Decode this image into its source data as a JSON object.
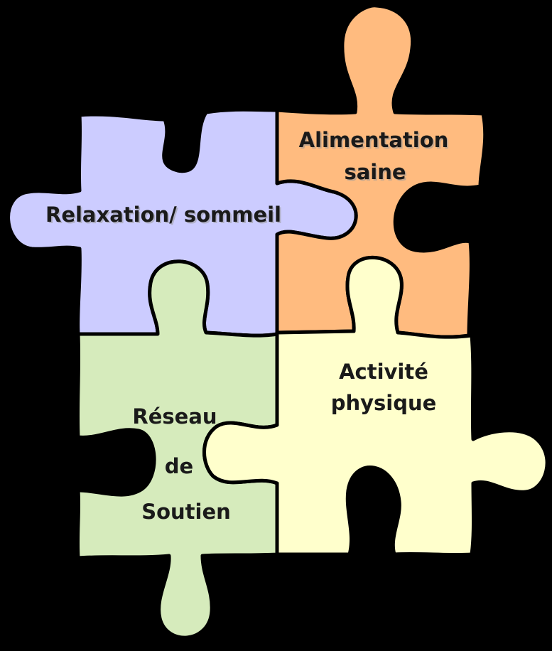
{
  "background_color": "#000000",
  "pieces": [
    {
      "id": "relaxation",
      "color": "#CCCCFF",
      "lines": [
        "Relaxation/ sommeil"
      ]
    },
    {
      "id": "alimentation",
      "color": "#FFBB7F",
      "lines": [
        "Alimentation",
        "saine"
      ]
    },
    {
      "id": "reseau",
      "color": "#D6EBBC",
      "lines": [
        "Réseau",
        "de",
        "Soutien"
      ]
    },
    {
      "id": "activite",
      "color": "#FFFFCC",
      "lines": [
        "Activité",
        "physique"
      ]
    }
  ]
}
